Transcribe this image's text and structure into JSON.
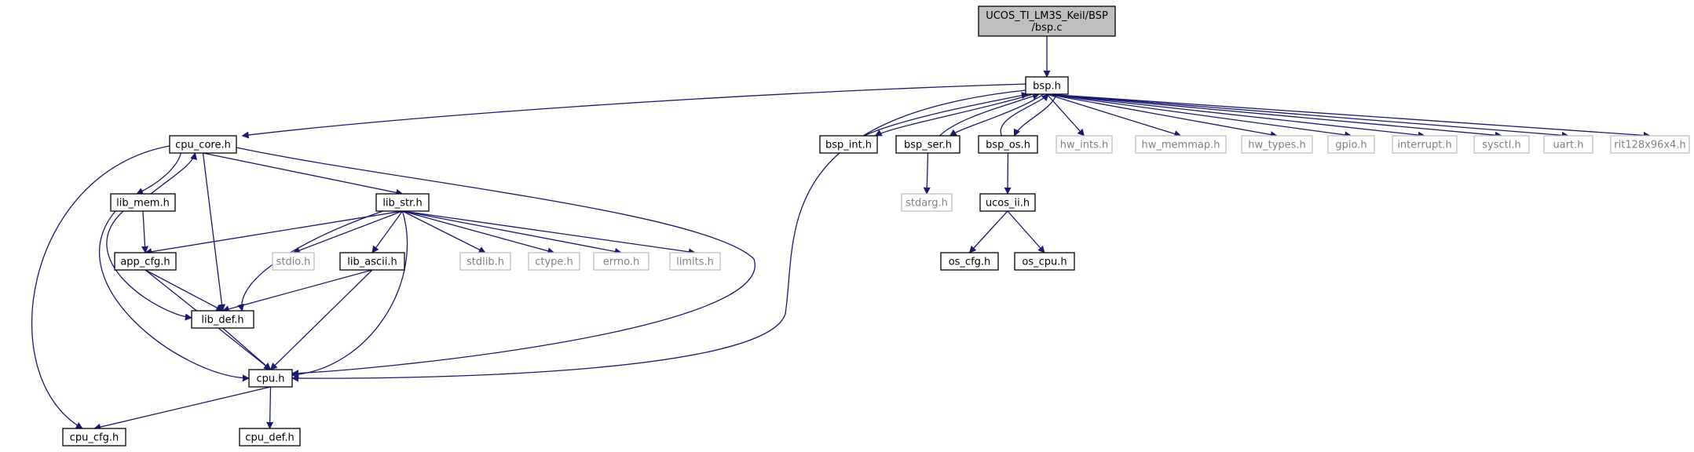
{
  "colors": {
    "edge": "#191970",
    "root_fill": "#bfbfbf",
    "node_border": "#000000",
    "external_border": "#bfbfbf",
    "external_text": "#808080",
    "text": "#000000"
  },
  "nodes": [
    {
      "id": "root",
      "lines": [
        "UCOS_TI_LM3S_Keil/BSP",
        "/bsp.c"
      ],
      "kind": "root"
    },
    {
      "id": "bsp_h",
      "lines": [
        "bsp.h"
      ],
      "kind": "normal"
    },
    {
      "id": "cpu_core_h",
      "lines": [
        "cpu_core.h"
      ],
      "kind": "normal"
    },
    {
      "id": "bsp_int_h",
      "lines": [
        "bsp_int.h"
      ],
      "kind": "normal"
    },
    {
      "id": "bsp_ser_h",
      "lines": [
        "bsp_ser.h"
      ],
      "kind": "normal"
    },
    {
      "id": "bsp_os_h",
      "lines": [
        "bsp_os.h"
      ],
      "kind": "normal"
    },
    {
      "id": "hw_ints_h",
      "lines": [
        "hw_ints.h"
      ],
      "kind": "external"
    },
    {
      "id": "hw_memmap_h",
      "lines": [
        "hw_memmap.h"
      ],
      "kind": "external"
    },
    {
      "id": "hw_types_h",
      "lines": [
        "hw_types.h"
      ],
      "kind": "external"
    },
    {
      "id": "gpio_h",
      "lines": [
        "gpio.h"
      ],
      "kind": "external"
    },
    {
      "id": "interrupt_h",
      "lines": [
        "interrupt.h"
      ],
      "kind": "external"
    },
    {
      "id": "sysctl_h",
      "lines": [
        "sysctl.h"
      ],
      "kind": "external"
    },
    {
      "id": "uart_h",
      "lines": [
        "uart.h"
      ],
      "kind": "external"
    },
    {
      "id": "rit_h",
      "lines": [
        "rit128x96x4.h"
      ],
      "kind": "external"
    },
    {
      "id": "lib_mem_h",
      "lines": [
        "lib_mem.h"
      ],
      "kind": "normal"
    },
    {
      "id": "lib_str_h",
      "lines": [
        "lib_str.h"
      ],
      "kind": "normal"
    },
    {
      "id": "stdarg_h",
      "lines": [
        "stdarg.h"
      ],
      "kind": "external"
    },
    {
      "id": "ucos_ii_h",
      "lines": [
        "ucos_ii.h"
      ],
      "kind": "normal"
    },
    {
      "id": "app_cfg_h",
      "lines": [
        "app_cfg.h"
      ],
      "kind": "normal"
    },
    {
      "id": "stdio_h",
      "lines": [
        "stdio.h"
      ],
      "kind": "external"
    },
    {
      "id": "lib_ascii_h",
      "lines": [
        "lib_ascii.h"
      ],
      "kind": "normal"
    },
    {
      "id": "stdlib_h",
      "lines": [
        "stdlib.h"
      ],
      "kind": "external"
    },
    {
      "id": "ctype_h",
      "lines": [
        "ctype.h"
      ],
      "kind": "external"
    },
    {
      "id": "errno_h",
      "lines": [
        "errno.h"
      ],
      "kind": "external"
    },
    {
      "id": "limits_h",
      "lines": [
        "limits.h"
      ],
      "kind": "external"
    },
    {
      "id": "os_cfg_h",
      "lines": [
        "os_cfg.h"
      ],
      "kind": "normal"
    },
    {
      "id": "os_cpu_h",
      "lines": [
        "os_cpu.h"
      ],
      "kind": "normal"
    },
    {
      "id": "lib_def_h",
      "lines": [
        "lib_def.h"
      ],
      "kind": "normal"
    },
    {
      "id": "cpu_h",
      "lines": [
        "cpu.h"
      ],
      "kind": "normal"
    },
    {
      "id": "cpu_cfg_h",
      "lines": [
        "cpu_cfg.h"
      ],
      "kind": "normal"
    },
    {
      "id": "cpu_def_h",
      "lines": [
        "cpu_def.h"
      ],
      "kind": "normal"
    }
  ],
  "edges": [
    {
      "from": "root",
      "to": "bsp_h"
    },
    {
      "from": "bsp_h",
      "to": "cpu_core_h"
    },
    {
      "from": "bsp_h",
      "to": "cpu_h"
    },
    {
      "from": "bsp_h",
      "to": "bsp_int_h"
    },
    {
      "from": "bsp_h",
      "to": "bsp_ser_h"
    },
    {
      "from": "bsp_h",
      "to": "bsp_os_h"
    },
    {
      "from": "bsp_h",
      "to": "hw_ints_h"
    },
    {
      "from": "bsp_h",
      "to": "hw_memmap_h"
    },
    {
      "from": "bsp_h",
      "to": "hw_types_h"
    },
    {
      "from": "bsp_h",
      "to": "gpio_h"
    },
    {
      "from": "bsp_h",
      "to": "interrupt_h"
    },
    {
      "from": "bsp_h",
      "to": "sysctl_h"
    },
    {
      "from": "bsp_h",
      "to": "uart_h"
    },
    {
      "from": "bsp_h",
      "to": "rit_h"
    },
    {
      "from": "bsp_int_h",
      "to": "bsp_h"
    },
    {
      "from": "bsp_ser_h",
      "to": "bsp_h"
    },
    {
      "from": "bsp_os_h",
      "to": "bsp_h"
    },
    {
      "from": "bsp_ser_h",
      "to": "stdarg_h"
    },
    {
      "from": "bsp_os_h",
      "to": "ucos_ii_h"
    },
    {
      "from": "ucos_ii_h",
      "to": "os_cfg_h"
    },
    {
      "from": "ucos_ii_h",
      "to": "os_cpu_h"
    },
    {
      "from": "cpu_core_h",
      "to": "lib_mem_h"
    },
    {
      "from": "lib_mem_h",
      "to": "cpu_core_h"
    },
    {
      "from": "cpu_core_h",
      "to": "lib_str_h"
    },
    {
      "from": "cpu_core_h",
      "to": "lib_def_h"
    },
    {
      "from": "cpu_core_h",
      "to": "cpu_cfg_h"
    },
    {
      "from": "cpu_core_h",
      "to": "cpu_h"
    },
    {
      "from": "lib_mem_h",
      "to": "app_cfg_h"
    },
    {
      "from": "lib_mem_h",
      "to": "lib_def_h"
    },
    {
      "from": "lib_mem_h",
      "to": "cpu_h"
    },
    {
      "from": "lib_str_h",
      "to": "app_cfg_h"
    },
    {
      "from": "lib_str_h",
      "to": "stdio_h"
    },
    {
      "from": "lib_str_h",
      "to": "lib_ascii_h"
    },
    {
      "from": "lib_str_h",
      "to": "stdlib_h"
    },
    {
      "from": "lib_str_h",
      "to": "ctype_h"
    },
    {
      "from": "lib_str_h",
      "to": "errno_h"
    },
    {
      "from": "lib_str_h",
      "to": "limits_h"
    },
    {
      "from": "lib_str_h",
      "to": "lib_def_h"
    },
    {
      "from": "lib_str_h",
      "to": "cpu_h"
    },
    {
      "from": "app_cfg_h",
      "to": "lib_def_h"
    },
    {
      "from": "app_cfg_h",
      "to": "cpu_h"
    },
    {
      "from": "lib_ascii_h",
      "to": "lib_def_h"
    },
    {
      "from": "lib_ascii_h",
      "to": "cpu_h"
    },
    {
      "from": "lib_def_h",
      "to": "cpu_h"
    },
    {
      "from": "cpu_h",
      "to": "cpu_cfg_h"
    },
    {
      "from": "cpu_h",
      "to": "cpu_def_h"
    }
  ]
}
